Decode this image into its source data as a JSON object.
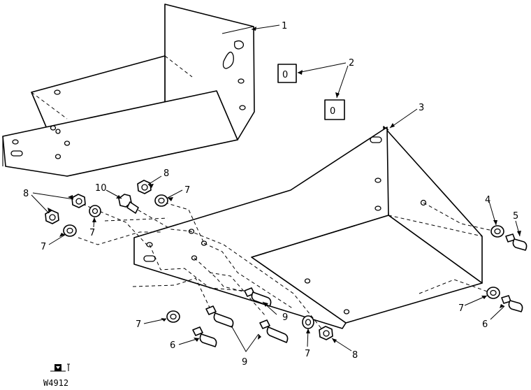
{
  "callouts": [
    {
      "id": "c1",
      "text": "1"
    },
    {
      "id": "c2",
      "text": "2"
    },
    {
      "id": "c3",
      "text": "3"
    },
    {
      "id": "c4",
      "text": "4"
    },
    {
      "id": "c5",
      "text": "5"
    },
    {
      "id": "c6a",
      "text": "6"
    },
    {
      "id": "c6b",
      "text": "6"
    },
    {
      "id": "c7a",
      "text": "7"
    },
    {
      "id": "c7b",
      "text": "7"
    },
    {
      "id": "c7c",
      "text": "7"
    },
    {
      "id": "c7d",
      "text": "7"
    },
    {
      "id": "c7e",
      "text": "7"
    },
    {
      "id": "c7f",
      "text": "7"
    },
    {
      "id": "c8a",
      "text": "8"
    },
    {
      "id": "c8b",
      "text": "8"
    },
    {
      "id": "c8c",
      "text": "8"
    },
    {
      "id": "c9a",
      "text": "9"
    },
    {
      "id": "c9b",
      "text": "9"
    },
    {
      "id": "c10",
      "text": "10"
    }
  ],
  "plate_mark": "0",
  "figure_code": "W4912"
}
